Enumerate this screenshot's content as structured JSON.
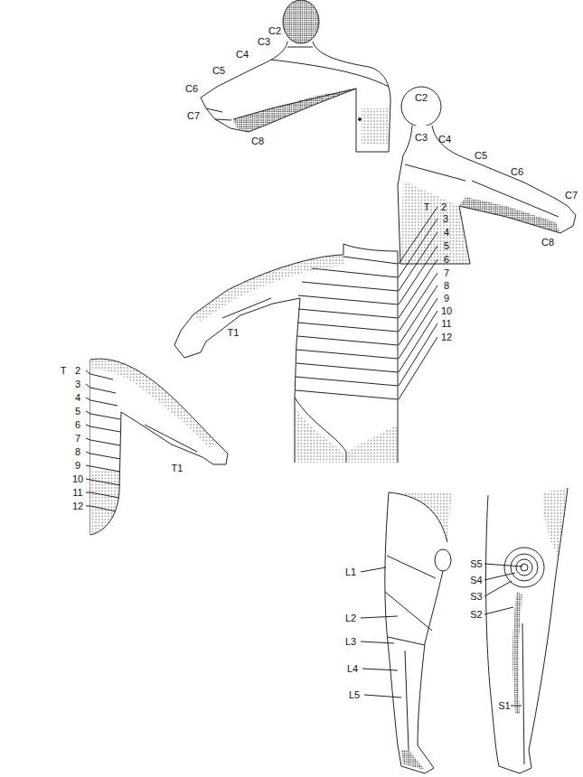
{
  "diagram": {
    "labels": [
      "C2",
      "C3",
      "C4",
      "C5",
      "C6",
      "C7",
      "C8",
      "C2",
      "C3",
      "C4",
      "C5",
      "C6",
      "C7",
      "C8",
      "T",
      "2",
      "3",
      "4",
      "5",
      "6",
      "7",
      "8",
      "9",
      "10",
      "11",
      "12",
      "T1",
      "T",
      "2",
      "3",
      "4",
      "5",
      "6",
      "7",
      "8",
      "9",
      "10",
      "11",
      "12",
      "T1",
      "L1",
      "L2",
      "L3",
      "L4",
      "L5",
      "S5",
      "S4",
      "S3",
      "S2",
      "S1"
    ]
  }
}
